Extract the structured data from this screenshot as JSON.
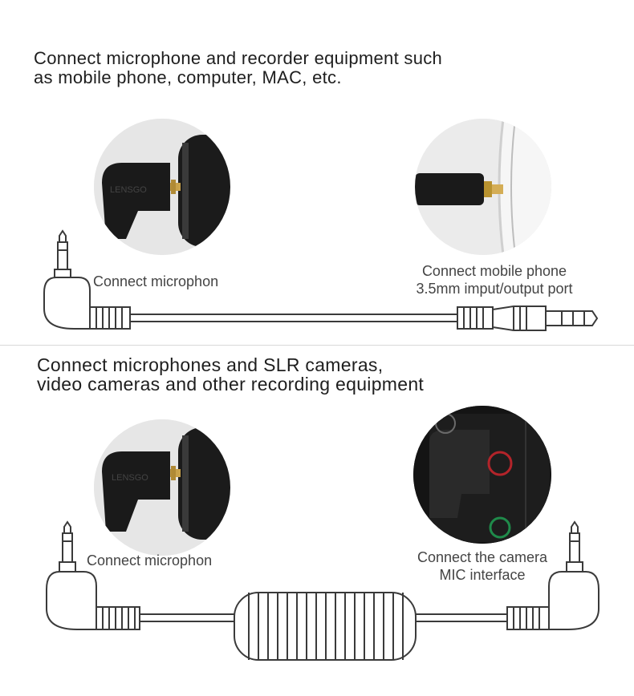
{
  "section1": {
    "heading_line1": "Connect microphone and recorder equipment such",
    "heading_line2": "as mobile phone, computer, MAC, etc.",
    "label_left": "Connect microphon",
    "label_right_line1": "Connect mobile phone",
    "label_right_line2": "3.5mm imput/output port"
  },
  "section2": {
    "heading_line1": "Connect microphones and SLR cameras,",
    "heading_line2": "video cameras and other recording equipment",
    "label_left": "Connect microphon",
    "label_right_line1": "Connect the camera",
    "label_right_line2": "MIC interface"
  },
  "colors": {
    "text": "#1e1e1e",
    "line_art": "#3a3a3a",
    "photo_bg": "#e4e4e4",
    "mic_body": "#1a1a1a",
    "gold": "#c9a24a"
  }
}
